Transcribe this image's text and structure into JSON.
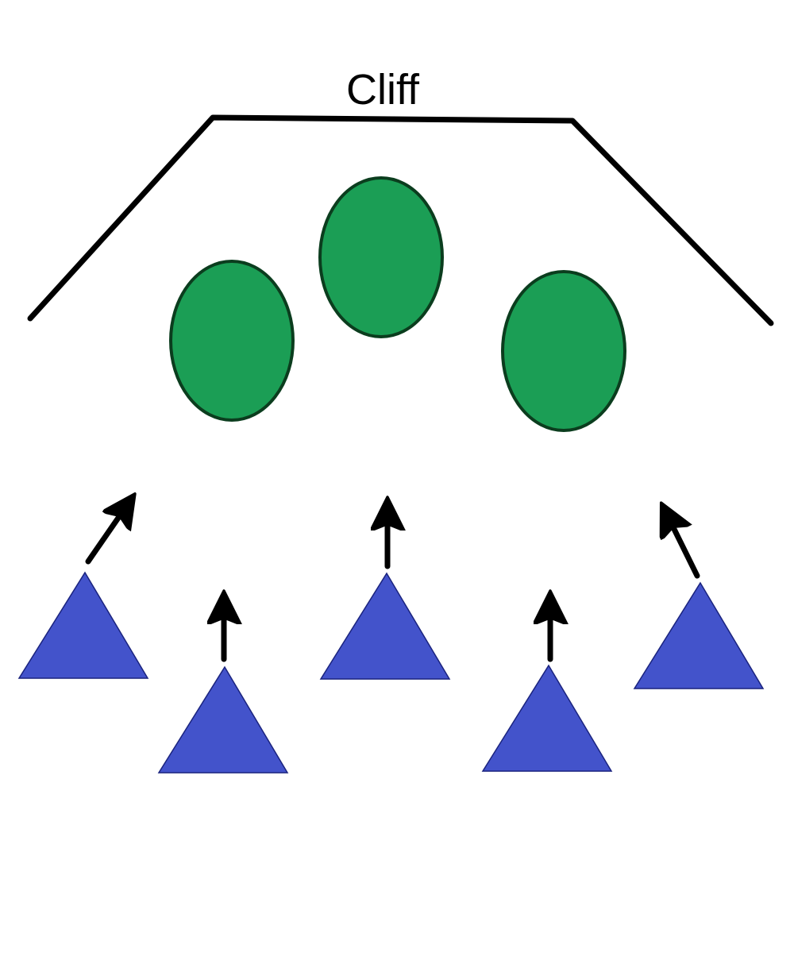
{
  "labels": {
    "cliff": "Cliff"
  },
  "colors": {
    "cliff_line": "#000000",
    "circle_fill": "#1b9e55",
    "circle_stroke": "#0b3d1e",
    "triangle_fill": "#4353cb",
    "triangle_stroke": "#1a237e",
    "arrow": "#000000",
    "background": "#ffffff"
  },
  "shapes": {
    "circles": 3,
    "triangles": 5,
    "arrows": 5
  }
}
